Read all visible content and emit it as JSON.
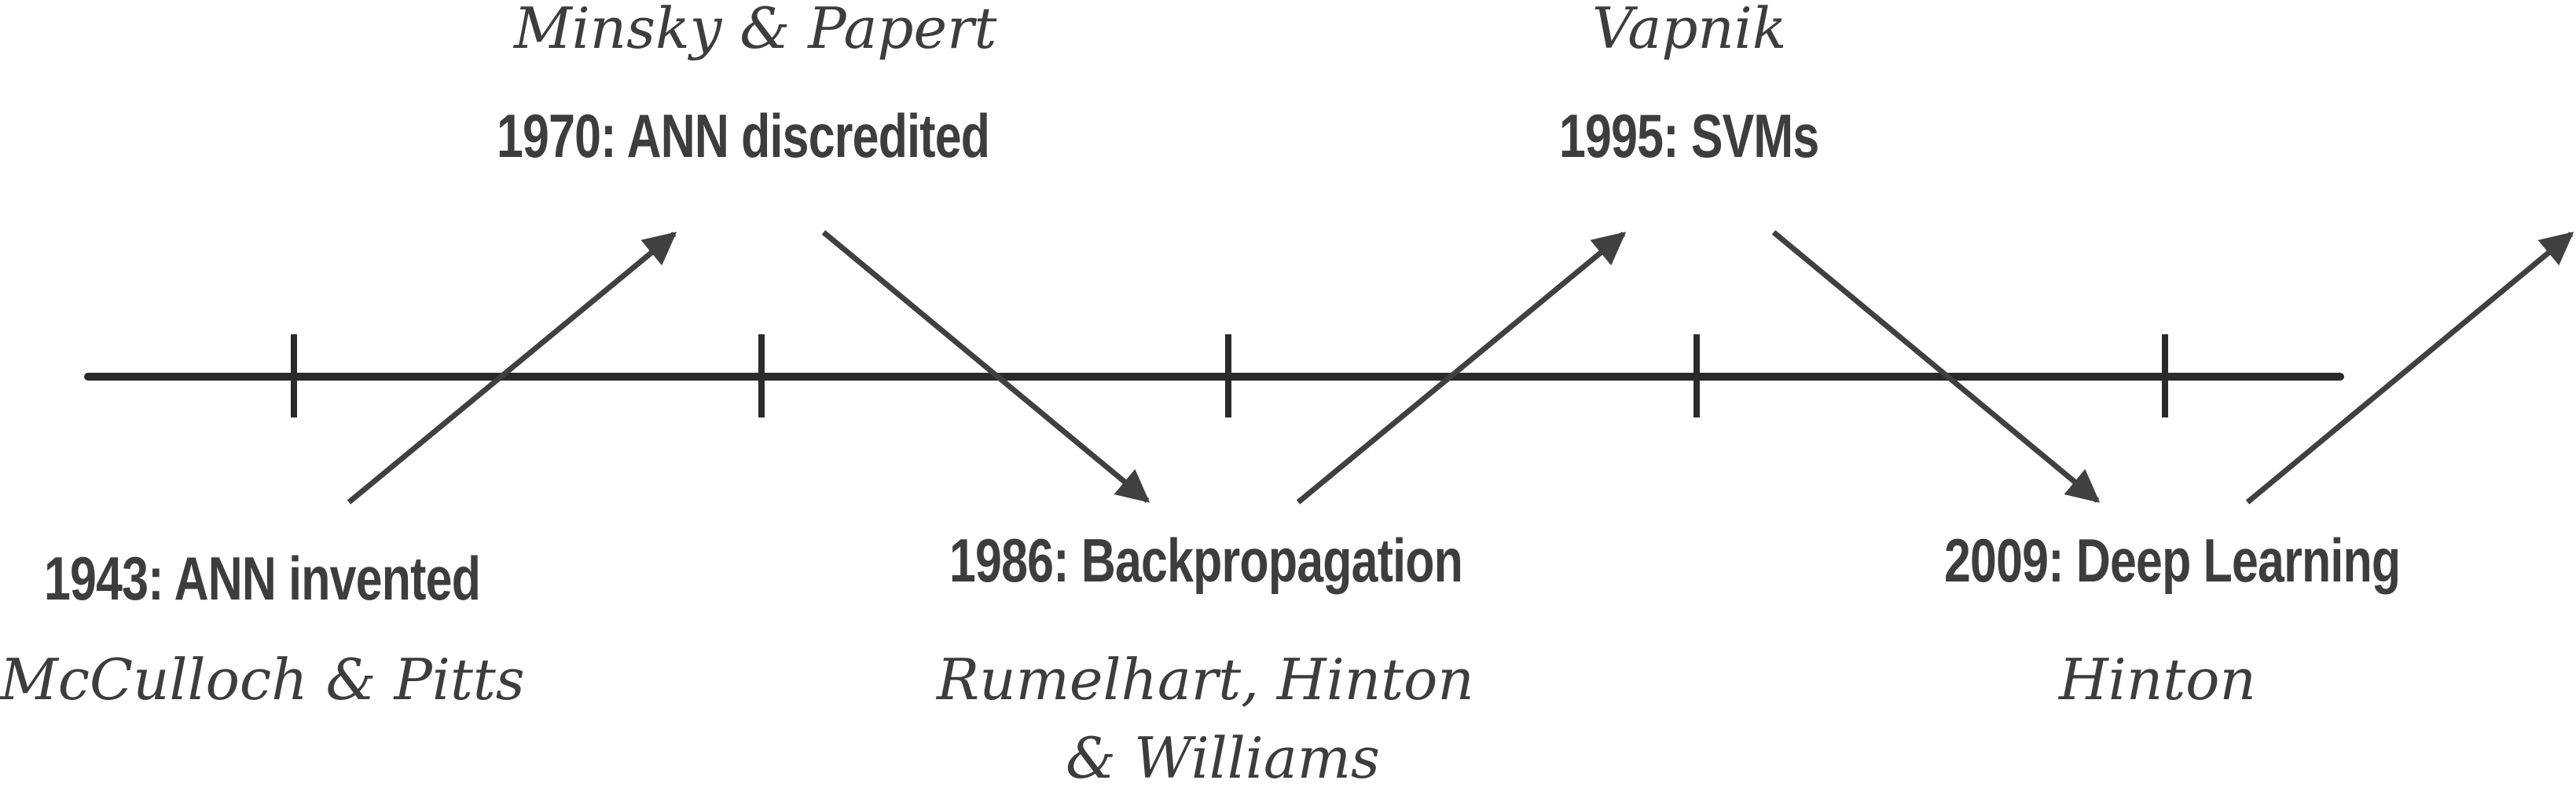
{
  "colors": {
    "line": "#2a2a2a",
    "arrow": "#404040",
    "text": "#3d3d3d"
  },
  "events": [
    {
      "label": "1943: ANN invented",
      "people": [
        "McCulloch & Pitts"
      ]
    },
    {
      "label": "1970: ANN discredited",
      "people": [
        "Minsky & Papert"
      ]
    },
    {
      "label": "1986: Backpropagation",
      "people": [
        "Rumelhart, Hinton",
        "& Williams"
      ]
    },
    {
      "label": "1995: SVMs",
      "people": [
        "Vapnik"
      ]
    },
    {
      "label": "2009: Deep Learning",
      "people": [
        "Hinton"
      ]
    }
  ],
  "arrows": [
    "up",
    "down",
    "up",
    "down",
    "up"
  ],
  "tick_count": 5
}
